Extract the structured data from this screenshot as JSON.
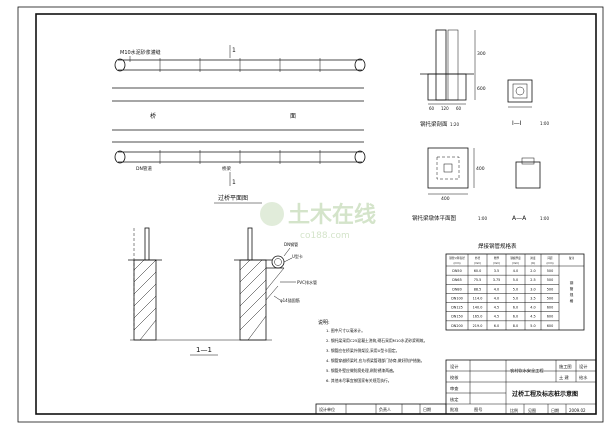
{
  "plan": {
    "section_mark": "1",
    "bridge_label": "桥",
    "deck_label": "面",
    "pipe_note": "M10水泥砂浆灌缝",
    "pipe_note2": "DN管道",
    "pipe_note3": "桥梁",
    "title": "过桥平面图"
  },
  "elevation": {
    "side_dims": [
      "300",
      "600"
    ],
    "bottom_dims": [
      "60",
      "120",
      "60"
    ],
    "title": "钢托梁剖面",
    "scale": "1:20"
  },
  "section_ii": {
    "title": "I—I",
    "scale": "1:00"
  },
  "plan_detail": {
    "dim_h": "400",
    "dim_v": "400",
    "title": "钢托梁墩体平面图",
    "scale": "1:00"
  },
  "section_aa": {
    "title": "A—A",
    "scale": "1:00"
  },
  "section_11": {
    "title": "1—1",
    "labels": [
      "DN钢管",
      "U型卡",
      "PVC排水管",
      "φ14锚固筋"
    ]
  },
  "table": {
    "title": "焊接钢管规格表",
    "headers": [
      "钢管公称直径",
      "外径",
      "壁厚",
      "钢板厚度",
      "跨度",
      "间距",
      "备注"
    ],
    "units": [
      "(mm)",
      "(mm)",
      "(mm)",
      "(mm)",
      "(m)",
      "(mm)",
      ""
    ],
    "rows": [
      [
        "DN50",
        "60.0",
        "3.5",
        "4.0",
        "2.0",
        "500",
        ""
      ],
      [
        "DN65",
        "75.5",
        "3.75",
        "5.0",
        "2.5",
        "500",
        ""
      ],
      [
        "DN80",
        "88.5",
        "4.0",
        "5.0",
        "3.0",
        "500",
        ""
      ],
      [
        "DN100",
        "114.0",
        "4.0",
        "5.0",
        "3.5",
        "500",
        ""
      ],
      [
        "DN125",
        "140.0",
        "4.5",
        "6.0",
        "4.0",
        "600",
        ""
      ],
      [
        "DN150",
        "165.0",
        "4.5",
        "6.0",
        "4.5",
        "600",
        ""
      ],
      [
        "DN200",
        "219.0",
        "6.0",
        "8.0",
        "5.0",
        "600",
        ""
      ]
    ],
    "remark": "钢管规格"
  },
  "notes": {
    "heading": "说明:",
    "items": [
      "1. 图中尺寸以毫米计。",
      "2. 钢托梁采用C25混凝土浇筑,砌石采用M10水泥砂浆砌筑。",
      "3. 钢管应在桥梁外侧架设,采用U型卡固定。",
      "4. 钢管穿越桥梁时,应与桥梁管理部门协商,做好防护措施。",
      "5. 钢管外壁应做防腐处理,刷防锈漆两遍。",
      "6. 其他未尽事宜按国家有关规范执行。"
    ]
  },
  "title_block": {
    "left_labels": [
      "设计",
      "校核",
      "审查",
      "核定",
      "批准"
    ],
    "project_name": "农村饮水安全工程",
    "stage": "施工图",
    "stage_label": "设计",
    "category": "土 建",
    "category_label": "给水",
    "drawing_title": "过桥工程及标志桩示意图",
    "bottom_labels": [
      "比例",
      "见图",
      "日期",
      "2009.02"
    ],
    "drawing_no_label": "图号",
    "sign_row": [
      "设计单位",
      "负责人",
      "日期"
    ]
  },
  "watermark": {
    "brand": "土木在线",
    "url": "co188.com"
  }
}
